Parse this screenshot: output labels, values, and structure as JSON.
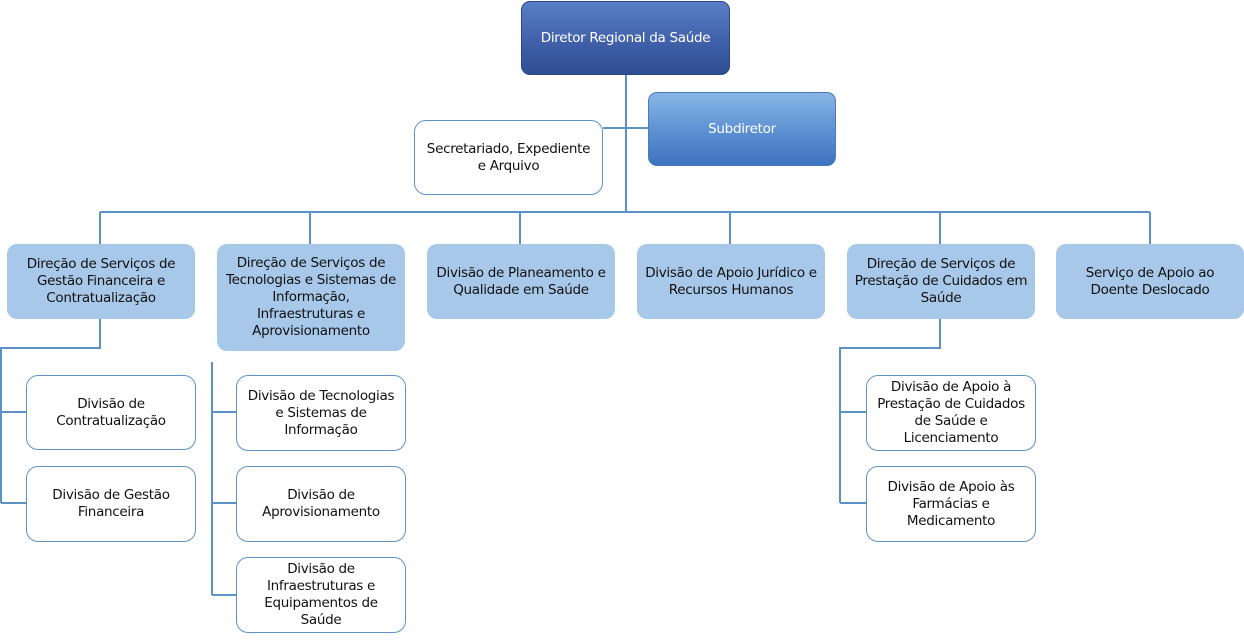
{
  "org": {
    "director": "Diretor Regional da Saúde",
    "subdirector": "Subdiretor",
    "secretariat": "Secretariado, Expediente e Arquivo",
    "units": [
      {
        "label": "Direção de Serviços de Gestão Financeira e Contratualização",
        "children": [
          "Divisão de Contratualização",
          "Divisão de Gestão Financeira"
        ]
      },
      {
        "label": "Direção de Serviços de Tecnologias e Sistemas de Informação, Infraestruturas e Aprovisionamento",
        "children": [
          "Divisão de Tecnologias e Sistemas de Informação",
          "Divisão de Aprovisionamento",
          "Divisão de Infraestruturas e Equipamentos de Saúde"
        ]
      },
      {
        "label": "Divisão de Planeamento e Qualidade em Saúde",
        "children": []
      },
      {
        "label": "Divisão de Apoio Jurídico e Recursos Humanos",
        "children": []
      },
      {
        "label": "Direção de Serviços de Prestação de Cuidados em Saúde",
        "children": [
          "Divisão de Apoio à Prestação de Cuidados de Saúde e Licenciamento",
          "Divisão de Apoio às Farmácias e Medicamento"
        ]
      },
      {
        "label": "Serviço de Apoio ao Doente Deslocado",
        "children": []
      }
    ]
  },
  "colors": {
    "connector": "#5b93c7",
    "director_fill": "#3e5ea8",
    "subdirector_fill": "#5a8fd1",
    "unit_fill": "#a8c8ea",
    "child_border": "#5f93c5"
  }
}
